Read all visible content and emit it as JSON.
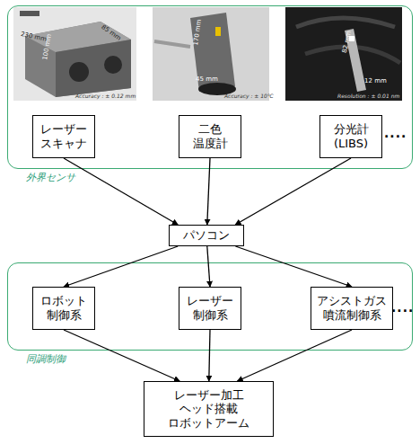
{
  "diagram": {
    "nodes": [
      {
        "text": [
          "外界センサ"
        ]
      },
      {
        "text": [
          "レーザー スキャナ"
        ],
        "in": 0
      },
      {
        "text": [
          "二色 温度計"
        ],
        "in": 0
      },
      {
        "text": [
          "分光計 (LIBS)"
        ],
        "in": 0
      },
      {
        "text": [
          "パソコン"
        ]
      },
      {
        "text": [
          "同調制御"
        ]
      },
      {
        "text": [
          "ロボット 制御系"
        ],
        "in": 5
      },
      {
        "text": [
          "レーザー 制御系"
        ],
        "in": 5
      },
      {
        "text": [
          "アシストガス 噴流制御系"
        ],
        "in": 5
      },
      {
        "text": [
          "レーザー加工 ヘッド搭載 ロボットアーム"
        ]
      }
    ],
    "edges": [
      {
        "from": 1,
        "to": 4,
        "arrow": "to"
      },
      {
        "from": 2,
        "to": 4,
        "arrow": "to"
      },
      {
        "from": 3,
        "to": 4,
        "arrow": "to"
      },
      {
        "from": 4,
        "to": 6,
        "arrow": "to"
      },
      {
        "from": 4,
        "to": 7,
        "arrow": "to"
      },
      {
        "from": 4,
        "to": 8,
        "arrow": "to"
      },
      {
        "from": 6,
        "to": 9,
        "arrow": "to"
      },
      {
        "from": 7,
        "to": 9,
        "arrow": "to"
      },
      {
        "from": 8,
        "to": 9,
        "arrow": "to"
      }
    ],
    "labels": [
      "230 mm",
      "85 mm",
      "100 mm",
      "Accuracy : ± 0.12 mm",
      "170 mm",
      "45 mm",
      "Accuracy : ± 10℃",
      "82 mm",
      "12 mm",
      "Resolution : ± 0.01 nm",
      "....",
      "...."
    ]
  }
}
